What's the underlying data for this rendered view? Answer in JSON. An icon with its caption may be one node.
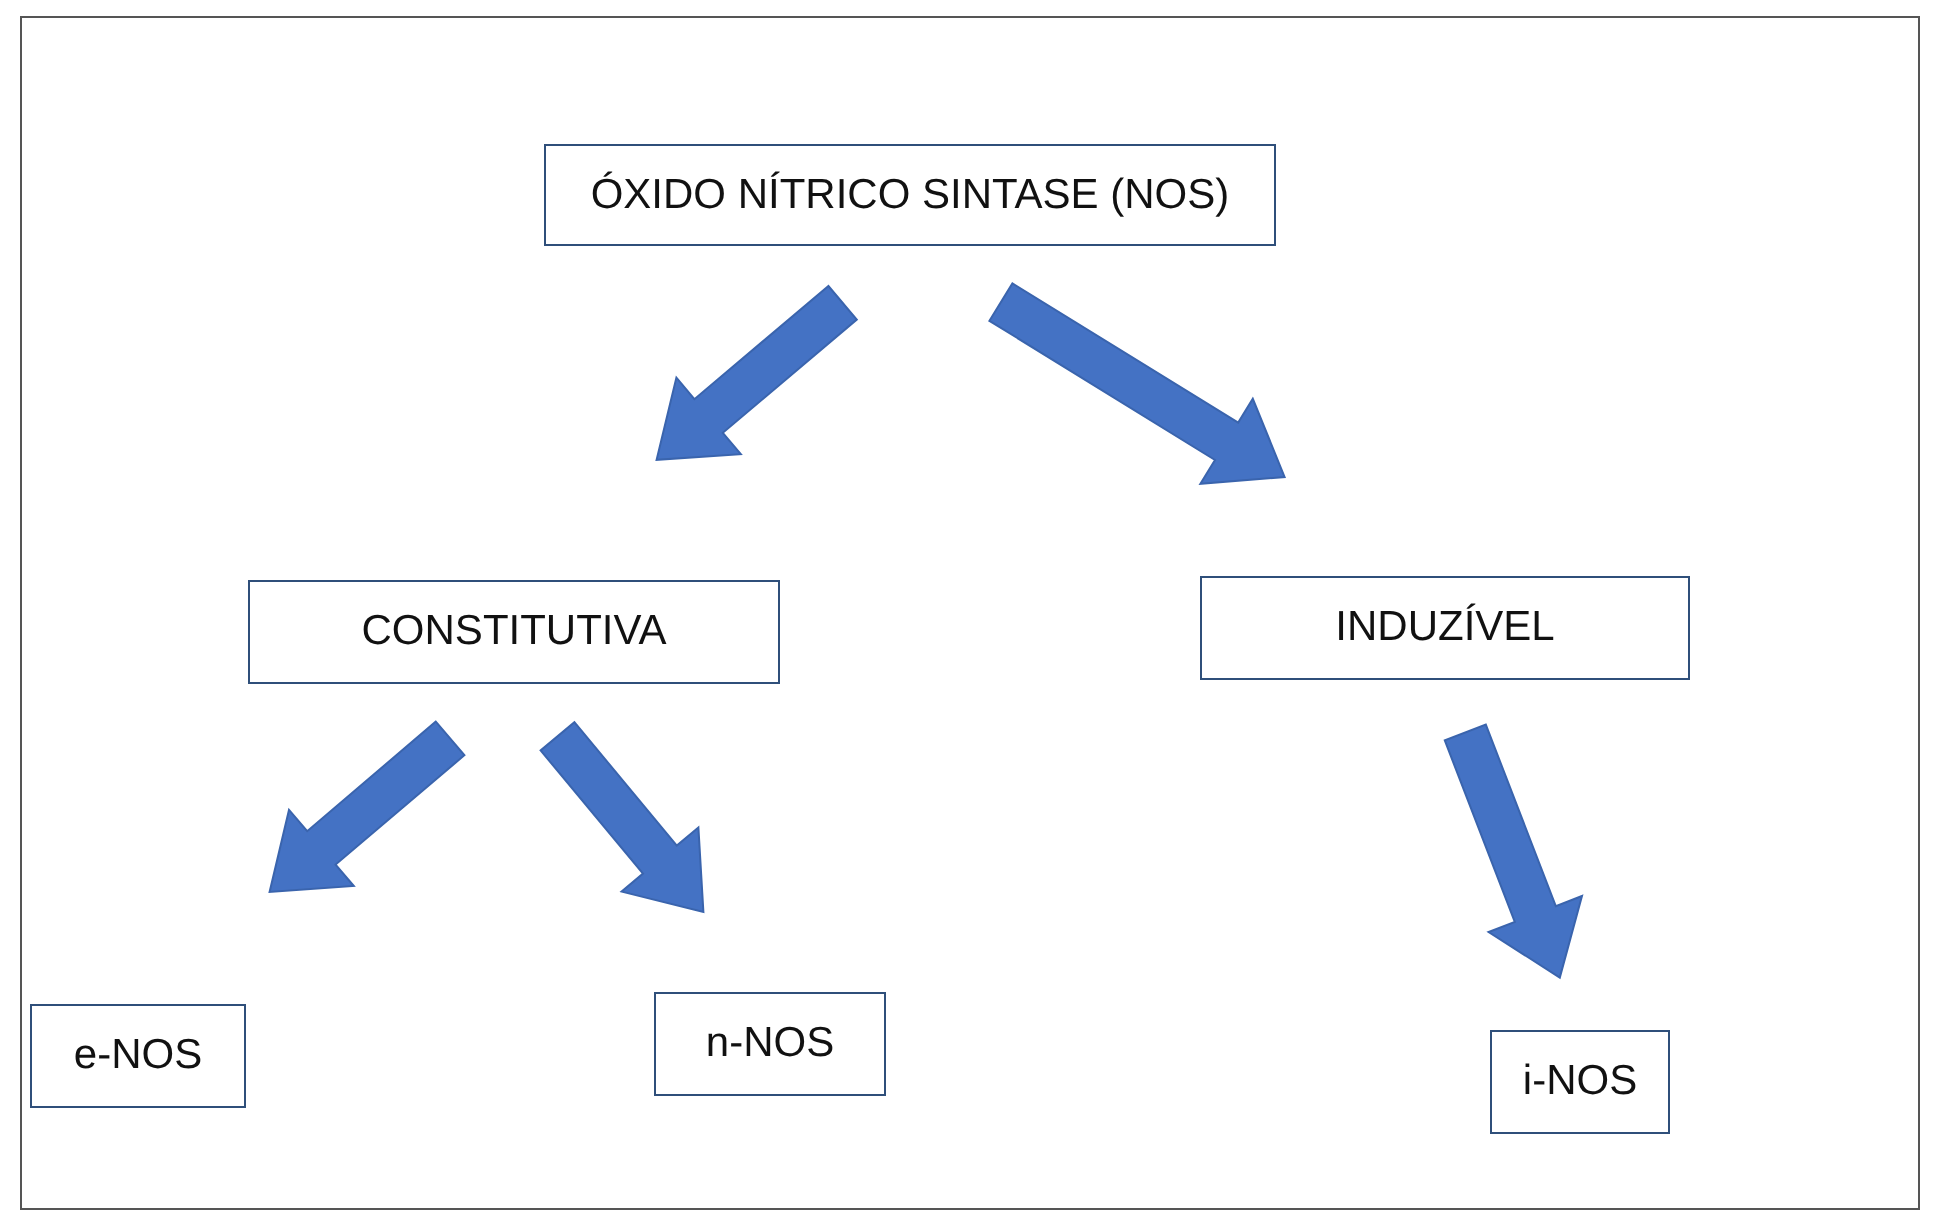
{
  "diagram": {
    "nodes": [
      {
        "text": [
          "ÓXIDO NÍTRICO SINTASE (NOS)"
        ]
      },
      {
        "text": [
          "CONSTITUTIVA"
        ]
      },
      {
        "text": [
          "INDUZÍVEL"
        ]
      },
      {
        "text": [
          "e-NOS"
        ]
      },
      {
        "text": [
          "n-NOS"
        ]
      },
      {
        "text": [
          "i-NOS"
        ]
      }
    ],
    "edges": [
      {
        "from": 0,
        "to": 1,
        "arrow": "to"
      },
      {
        "from": 0,
        "to": 2,
        "arrow": "to"
      },
      {
        "from": 1,
        "to": 3,
        "arrow": "to"
      },
      {
        "from": 1,
        "to": 4,
        "arrow": "to"
      },
      {
        "from": 2,
        "to": 5,
        "arrow": "to"
      }
    ]
  }
}
